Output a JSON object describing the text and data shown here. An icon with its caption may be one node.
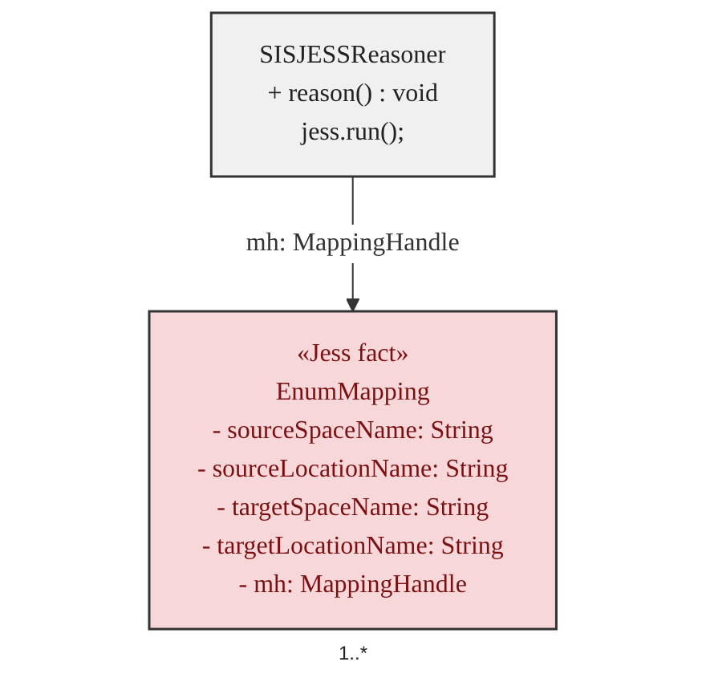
{
  "diagram": {
    "nodes": [
      {
        "text": [
          "SISJESSReasoner",
          "+ reason() : void",
          "jess.run();"
        ]
      },
      {
        "text": [
          "«Jess fact»",
          "EnumMapping",
          "- sourceSpaceName: String",
          "- sourceLocationName: String",
          "- targetSpaceName: String",
          "- targetLocationName: String",
          "- mh: MappingHandle"
        ]
      }
    ],
    "edges": [
      {
        "from": 0,
        "to": 1,
        "arrow": "to",
        "label": "mh: MappingHandle"
      }
    ],
    "labels": [
      "1..*"
    ]
  }
}
